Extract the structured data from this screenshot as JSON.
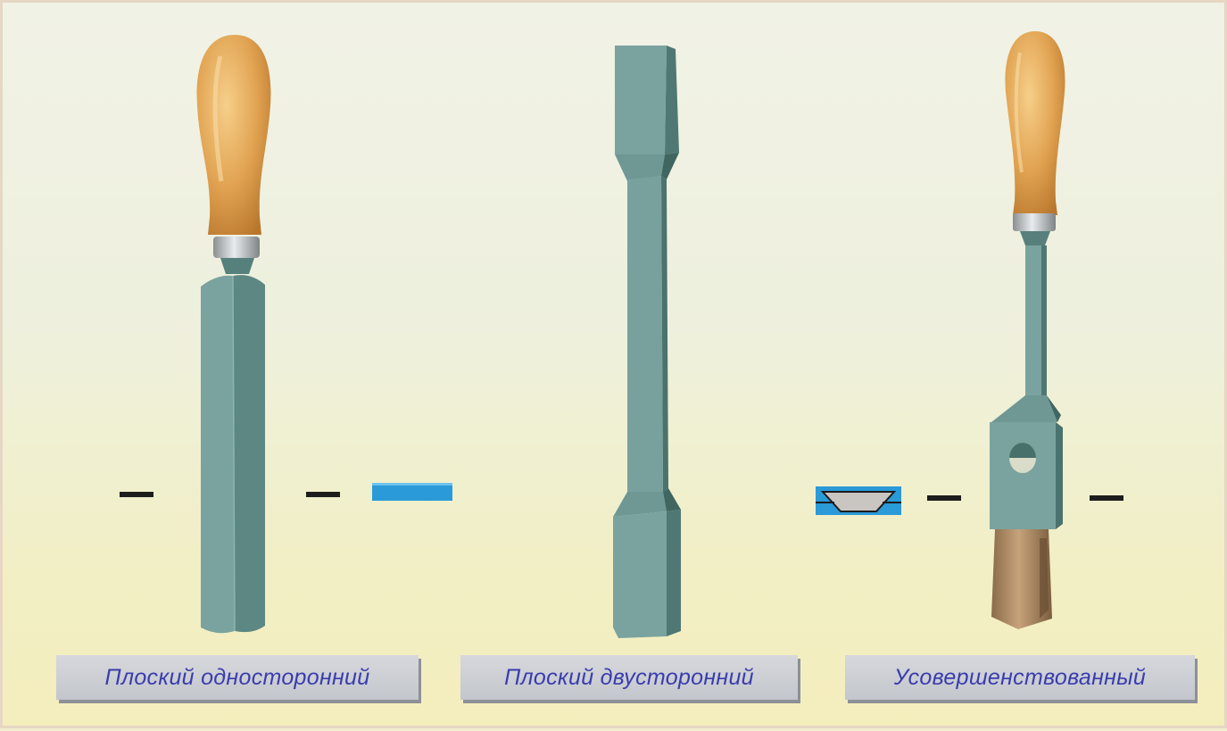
{
  "figure": {
    "items": [
      {
        "label": "Плоский односторонний",
        "tool_icon": "single-sided-flat-wrench-icon",
        "profile_icon": "flat-section-icon"
      },
      {
        "label": "Плоский двусторонний",
        "tool_icon": "double-sided-flat-wrench-icon"
      },
      {
        "label": "Усовершенствованный",
        "tool_icon": "improved-wrench-icon",
        "profile_icon": "trapezoid-section-icon"
      }
    ],
    "colors": {
      "background": "#eef0dd",
      "handle": "#e0a050",
      "steel": "#6f9894",
      "section_blue": "#2a9ad8",
      "caption_text": "#3a3cae",
      "caption_bg": "#c9cbd0"
    }
  }
}
